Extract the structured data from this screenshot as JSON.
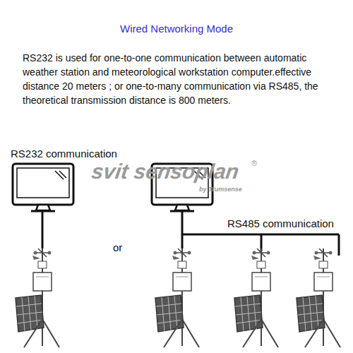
{
  "diagram": {
    "title": "Wired Networking Mode",
    "labels": [
      "RS232 is used for one-to-one communication between automatic weather station and meteorological workstation computer.effective distance 20 meters ; or one-to-many communication via RS485, the theoretical transmission distance is 800 meters.",
      "RS232 communication",
      "or",
      "RS485 communication",
      "svit sensoplan",
      "®",
      "by Trumsense"
    ]
  }
}
